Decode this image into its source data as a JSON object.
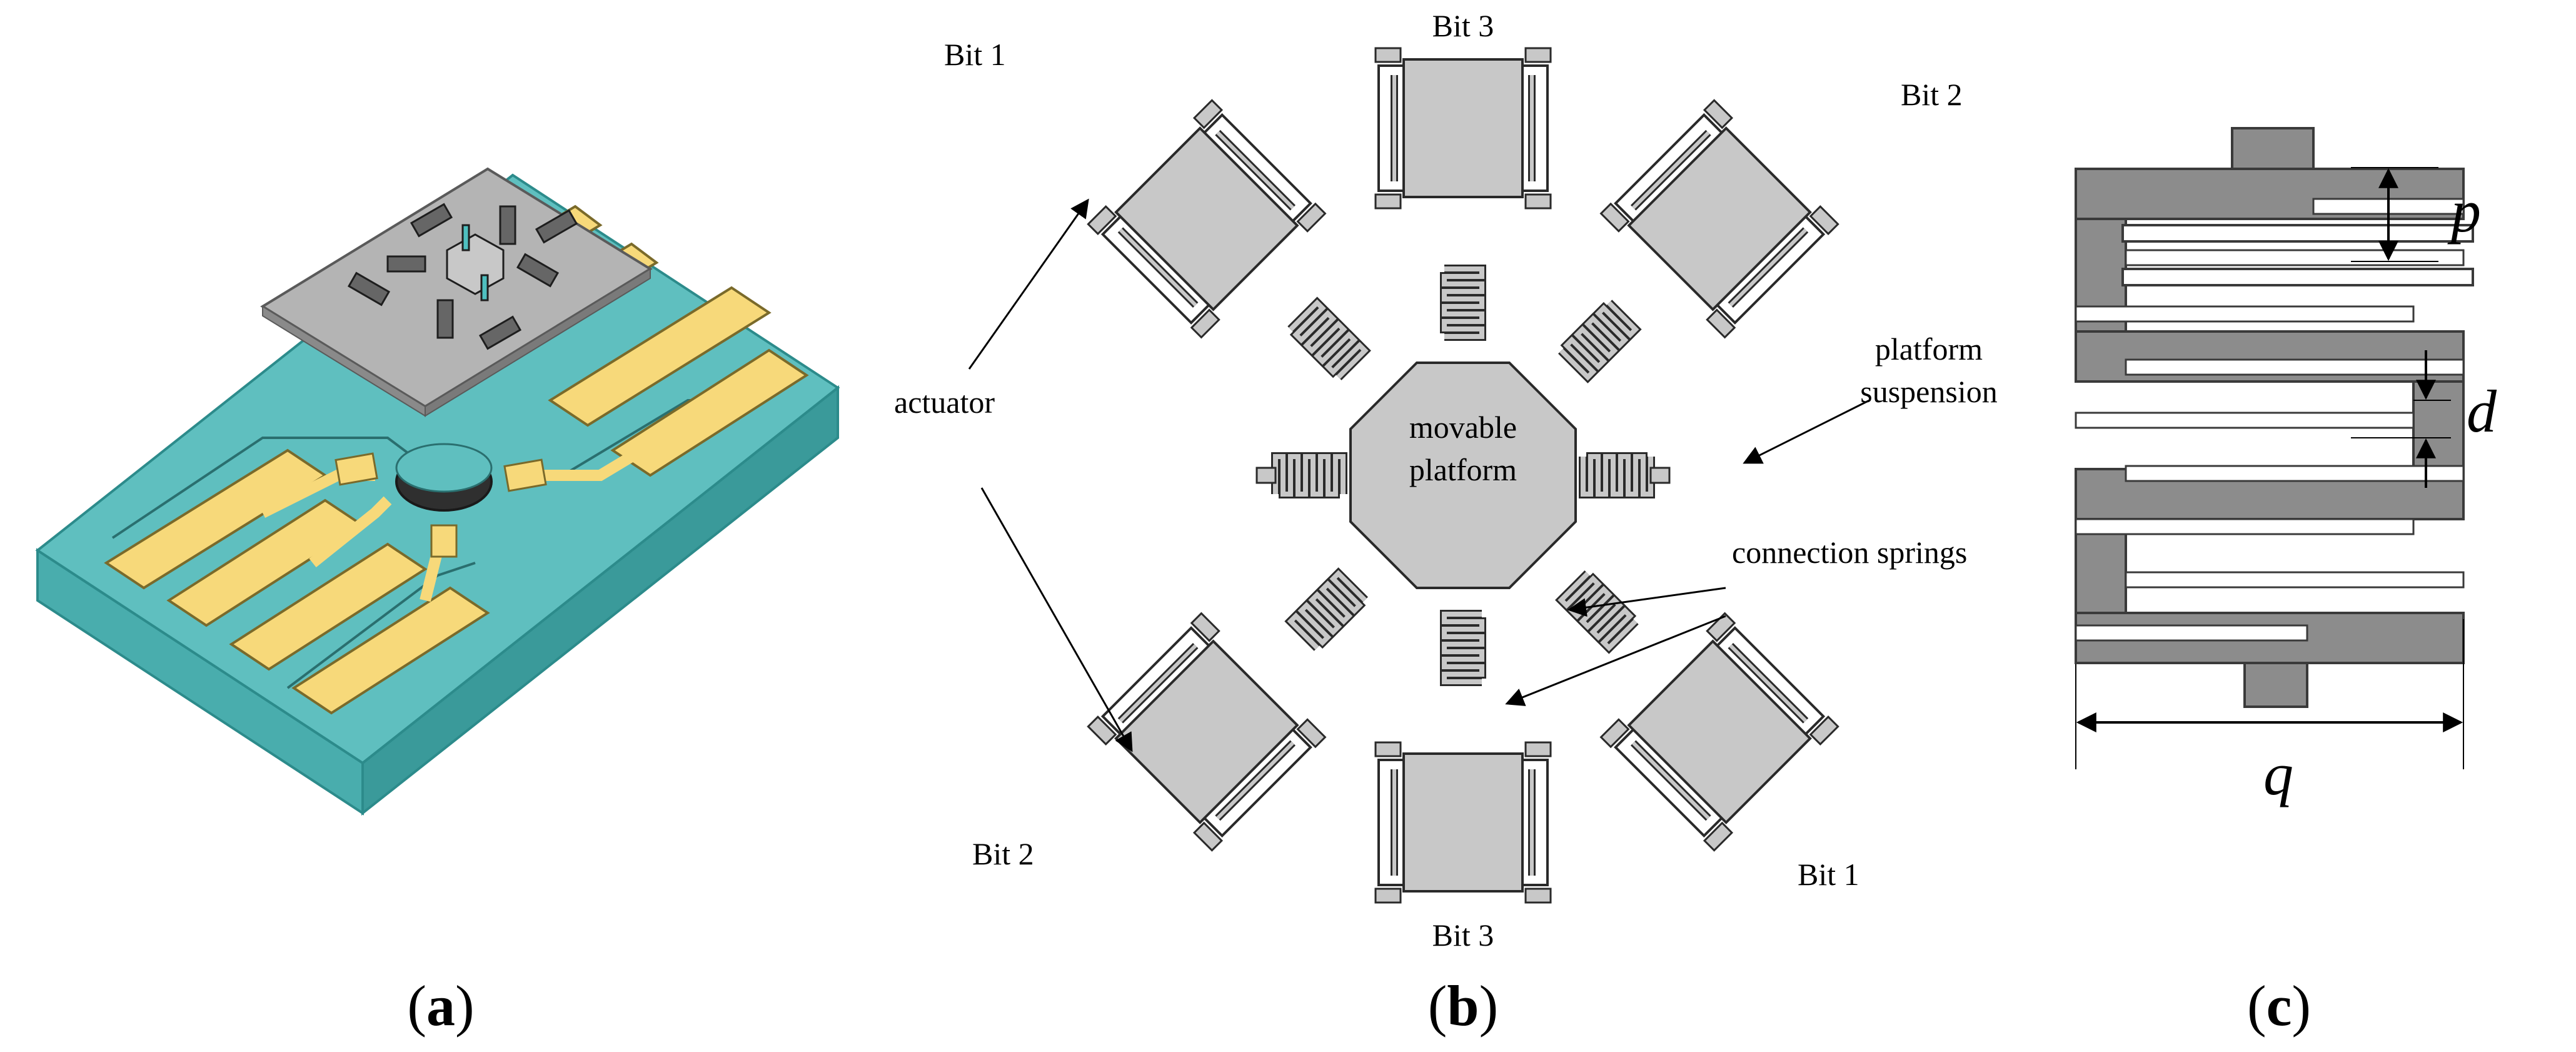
{
  "panels": {
    "a": {
      "caption_letter": "a",
      "colors": {
        "substrate": "#5fbfbf",
        "substrate_dark": "#3a9a9a",
        "pads": "#f7d97a",
        "chip": "#a8a8a8"
      }
    },
    "b": {
      "caption_letter": "b",
      "labels": {
        "bit1_top": "Bit 1",
        "bit3_top": "Bit 3",
        "bit2_top": "Bit 2",
        "actuator": "actuator",
        "platform_line1": "movable",
        "platform_line2": "platform",
        "suspension_line1": "platform",
        "suspension_line2": "suspension",
        "connection": "connection springs",
        "bit2_bottom": "Bit 2",
        "bit3_bottom": "Bit 3",
        "bit1_bottom": "Bit 1"
      },
      "colors": {
        "fill": "#c8c8c8",
        "stroke": "#2a2a2a"
      }
    },
    "c": {
      "caption_letter": "c",
      "labels": {
        "p": "p",
        "d": "d",
        "q": "q"
      },
      "colors": {
        "spring": "#8c8c8c"
      }
    }
  }
}
